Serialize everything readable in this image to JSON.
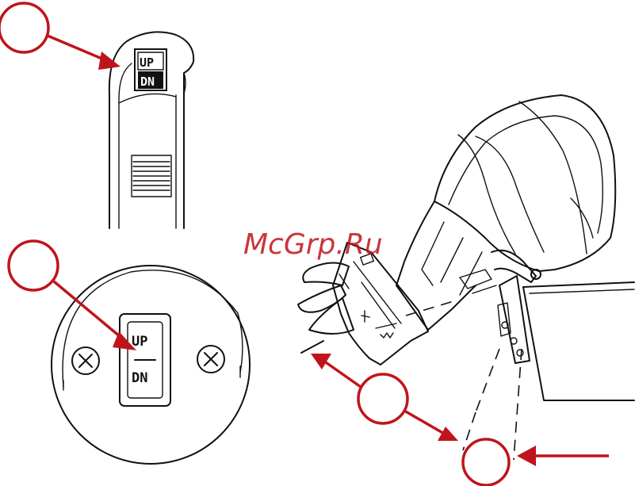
{
  "tiller_switch": {
    "up_label": "UP",
    "down_label": "DN"
  },
  "panel_switch": {
    "up_label": "UP",
    "down_label": "DN"
  },
  "watermark": "McGrp.Ru",
  "colors": {
    "callout": "#c0141c",
    "ink": "#111111",
    "background": "#ffffff"
  }
}
